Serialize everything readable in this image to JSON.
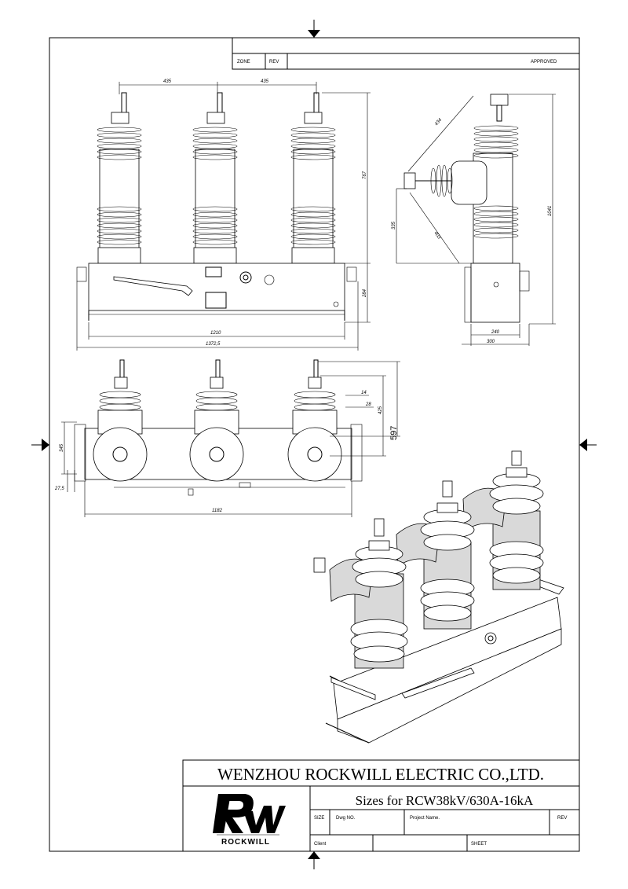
{
  "revision_block": {
    "zone_label": "ZONE",
    "rev_label": "REV",
    "approved_label": "APPROVED"
  },
  "front_view": {
    "dim_pitch_left": "435",
    "dim_pitch_right": "435",
    "dim_height": "767",
    "dim_box_height": "284",
    "dim_width_inner": "1210",
    "dim_width_outer": "1372,5"
  },
  "side_view": {
    "dim_arm_top": "434",
    "dim_left_height": "335",
    "dim_diag": "403",
    "dim_total_height": "1041",
    "dim_base_inner": "240",
    "dim_base_outer": "300"
  },
  "top_view": {
    "dim_14": "14",
    "dim_28": "28",
    "dim_425": "425",
    "dim_597": "597",
    "dim_345": "345",
    "dim_27_5": "27,5",
    "dim_1182": "1182"
  },
  "title_block": {
    "company": "WENZHOU ROCKWILL ELECTRIC CO.,LTD.",
    "drawing_title": "Sizes for RCW38kV/630A-16kA",
    "size_label": "SIZE",
    "dwg_no_label": "Dwg NO.",
    "project_label": "Project Name.",
    "rev_label": "REV",
    "client_label": "Client",
    "sheet_label": "SHEET",
    "logo_text": "ROCKWILL",
    "logo_mark": "RW"
  }
}
